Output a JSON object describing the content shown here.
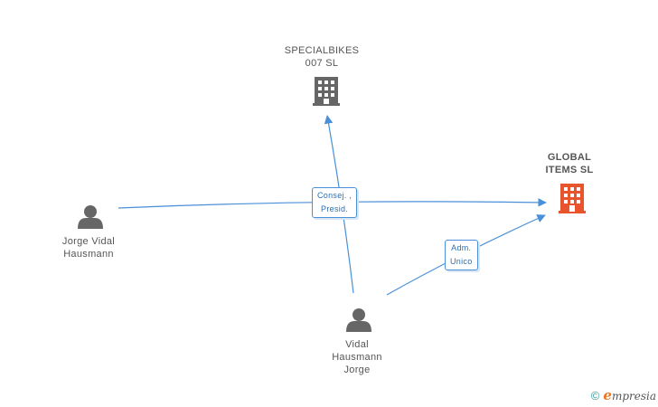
{
  "nodes": {
    "specialbikes": {
      "line1": "SPECIALBIKES",
      "line2": "007  SL",
      "icon": "building-icon",
      "color": "#666666"
    },
    "global_items": {
      "line1": "GLOBAL",
      "line2": "ITEMS SL",
      "icon": "building-icon",
      "color": "#e8542c"
    },
    "jorge_vidal": {
      "line1": "Jorge Vidal",
      "line2": "Hausmann",
      "icon": "person-icon",
      "color": "#666666"
    },
    "vidal_hausmann": {
      "line1": "Vidal",
      "line2": "Hausmann",
      "line3": "Jorge",
      "icon": "person-icon",
      "color": "#666666"
    }
  },
  "edges": {
    "consej": {
      "line1": "Consej. ,",
      "line2": "Presid."
    },
    "adm": {
      "line1": "Adm.",
      "line2": "Unico"
    }
  },
  "colors": {
    "edge": "#4a90d9"
  },
  "brand": {
    "copyright": "©",
    "e": "e",
    "name": "mpresia"
  }
}
